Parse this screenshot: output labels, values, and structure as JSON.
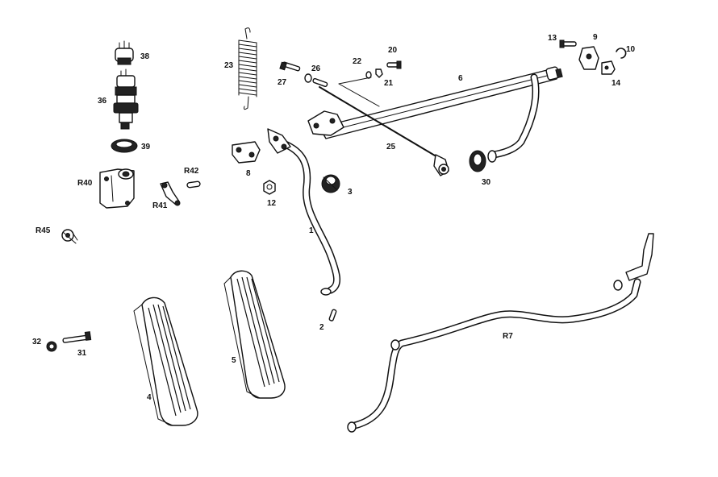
{
  "diagram": {
    "labels": {
      "p1": "1",
      "p2": "2",
      "p3": "3",
      "p4": "4",
      "p5": "5",
      "p6": "6",
      "p8": "8",
      "p9": "9",
      "p10": "10",
      "p12": "12",
      "p13": "13",
      "p14": "14",
      "p20": "20",
      "p21": "21",
      "p22": "22",
      "p23": "23",
      "p25": "25",
      "p26": "26",
      "p27": "27",
      "p30": "30",
      "p31": "31",
      "p32": "32",
      "p36": "36",
      "p38": "38",
      "p39": "39",
      "r7": "R7",
      "r40": "R40",
      "r41": "R41",
      "r42": "R42",
      "r45": "R45"
    }
  }
}
